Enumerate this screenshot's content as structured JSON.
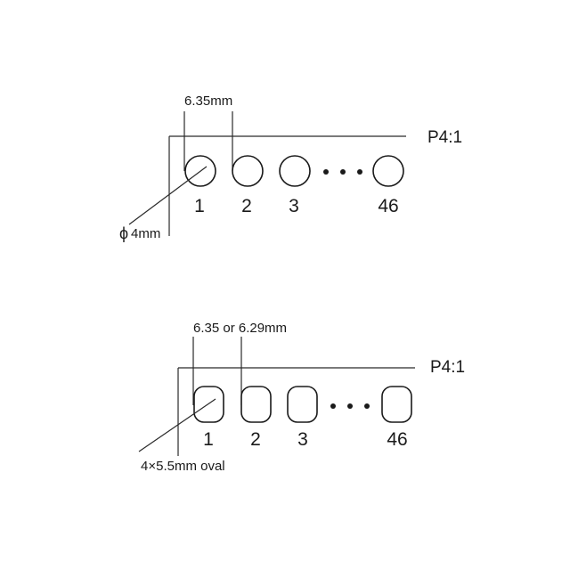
{
  "diagrams": [
    {
      "pitch_label": "6.35mm",
      "tag": "P4:1",
      "hole_label": "4mm",
      "diameter_symbol": "ϕ",
      "hole_shape": "circle",
      "hole_numbers": [
        "1",
        "2",
        "3",
        "46"
      ]
    },
    {
      "pitch_label": "6.35 or 6.29mm",
      "tag": "P4:1",
      "hole_label": "4×5.5mm oval",
      "hole_shape": "oval",
      "hole_numbers": [
        "1",
        "2",
        "3",
        "46"
      ]
    }
  ],
  "colors": {
    "line": "#2a2a2a",
    "text": "#1a1a1a",
    "background": "#ffffff"
  }
}
